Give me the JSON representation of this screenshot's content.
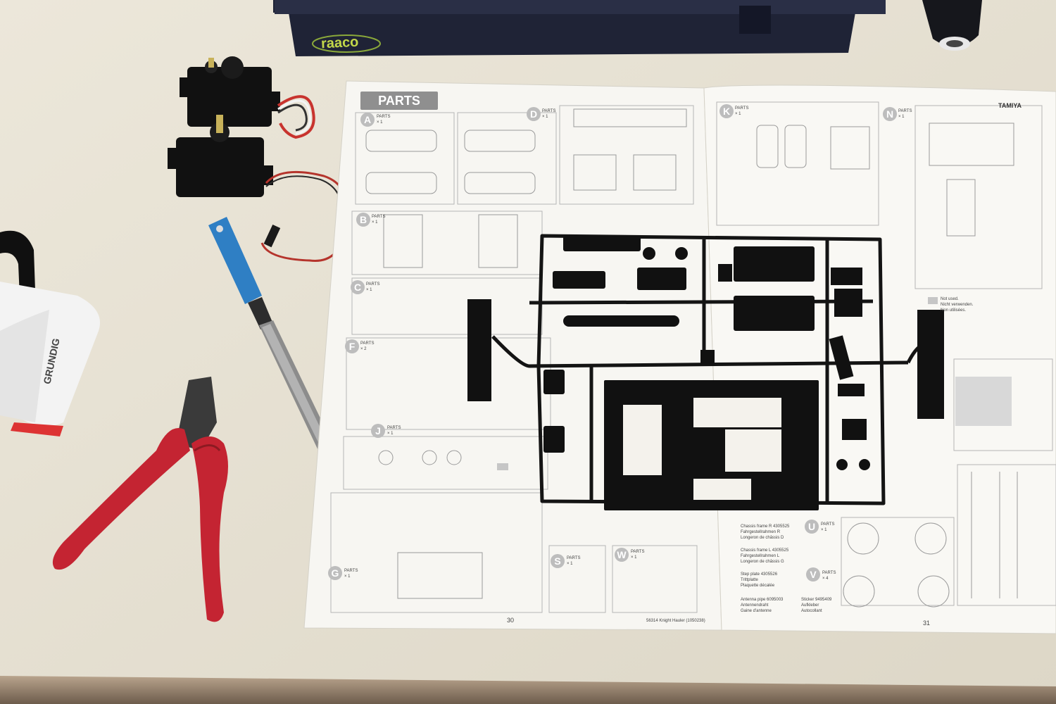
{
  "photo": {
    "toolbox": {
      "brand": "raaco"
    },
    "light": {
      "brand": "GRUNDIG"
    },
    "manual": {
      "left_page": {
        "header": "PARTS",
        "page_number": "30",
        "footer": "56314  Knight Hauler (1050238)",
        "sections": [
          {
            "letter": "A",
            "label": "PARTS",
            "qty": "× 1"
          },
          {
            "letter": "B",
            "label": "PARTS",
            "qty": "× 1"
          },
          {
            "letter": "C",
            "label": "PARTS",
            "qty": "× 1"
          },
          {
            "letter": "D",
            "label": "PARTS",
            "qty": "× 1"
          },
          {
            "letter": "F",
            "label": "PARTS",
            "qty": "× 2"
          },
          {
            "letter": "J",
            "label": "PARTS",
            "qty": "× 1"
          },
          {
            "letter": "G",
            "label": "PARTS",
            "qty": "× 1"
          },
          {
            "letter": "S",
            "label": "PARTS",
            "qty": "× 1"
          },
          {
            "letter": "W",
            "label": "PARTS",
            "qty": "× 1"
          }
        ]
      },
      "right_page": {
        "brand": "TAMIYA",
        "page_number": "31",
        "sections": [
          {
            "letter": "K",
            "label": "PARTS",
            "qty": "× 1"
          },
          {
            "letter": "N",
            "label": "PARTS",
            "qty": "× 1"
          },
          {
            "letter": "U",
            "label": "PARTS",
            "qty": "× 1"
          },
          {
            "letter": "V",
            "label": "PARTS",
            "qty": "× 4"
          }
        ],
        "legend": [
          "Chassis frame R  4305525",
          "Fahrgestellrahmen R",
          "Longeron de châssis D",
          "Chassis frame L  4305525",
          "Fahrgestellrahmen L",
          "Longeron de châssis G",
          "Step plate  4305526",
          "Trittplatte",
          "Plaquette décalée",
          "Antenna pipe  6095003",
          "Antennendraht",
          "Gaine d'antenne"
        ],
        "sticker": [
          "Sticker  9495409",
          "Aufkleber",
          "Autocollant"
        ],
        "not_used": [
          "Not used.",
          "Nicht verwenden.",
          "Non utilisées."
        ]
      }
    }
  }
}
